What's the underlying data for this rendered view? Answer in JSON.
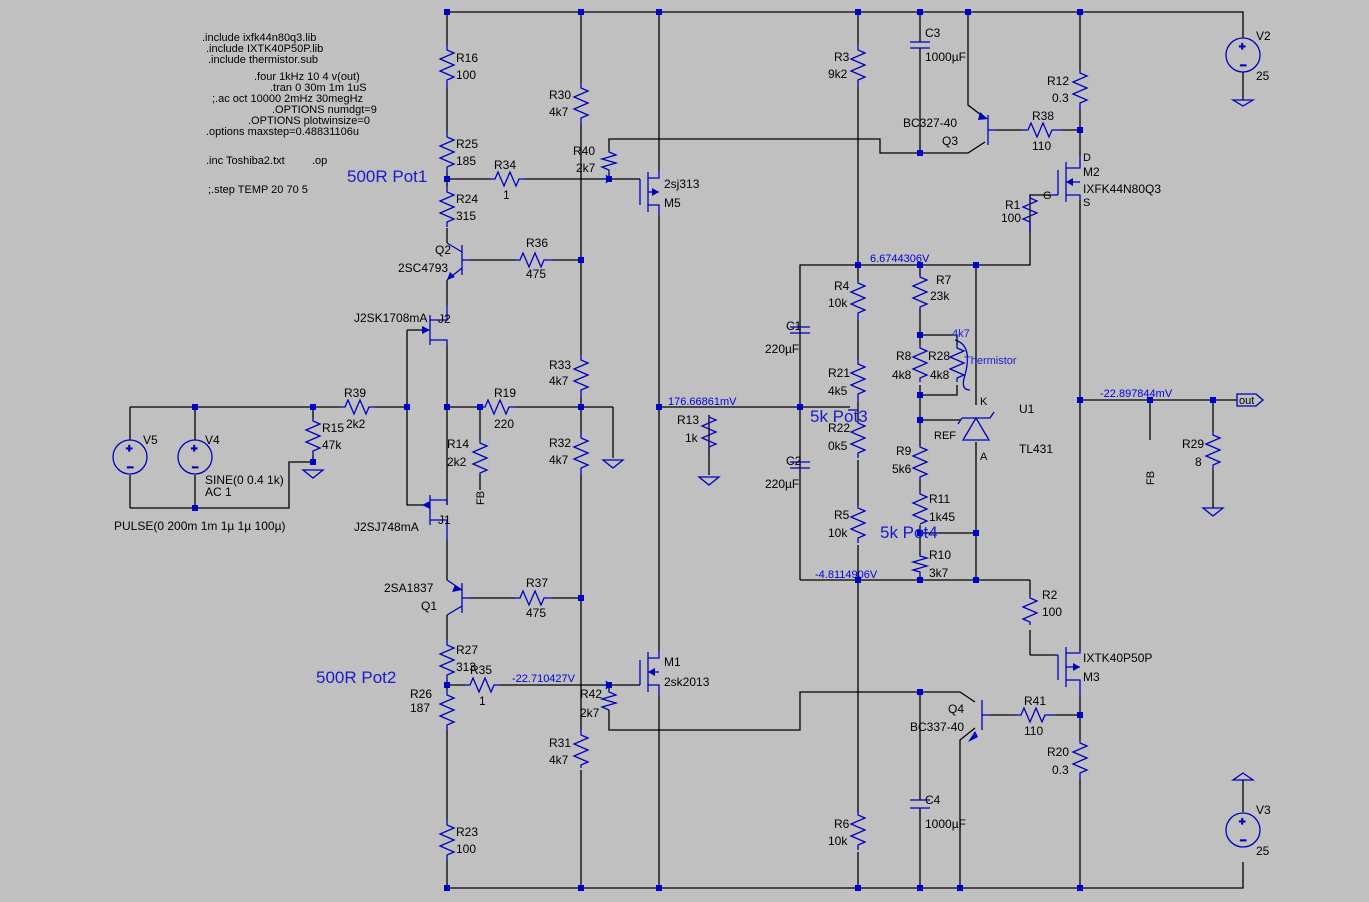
{
  "directives": [
    ".include ixfk44n80q3.lib",
    ".include IXTK40P50P.lib",
    ".include thermistor.sub",
    ".four 1kHz 10 4 v(out)",
    ".tran 0 30m 1m 1uS",
    ";.ac oct 10000 2mHz 30megHz",
    ".OPTIONS numdgt=9",
    ".OPTIONS plotwinsize=0",
    ".options maxstep=0.48831106u",
    ".inc Toshiba2.txt",
    ".op",
    ";.step TEMP 20 70 5"
  ],
  "annotations": [
    "500R Pot1",
    "500R Pot2",
    "5k Pot3",
    "5k Pot4",
    "Thermistor",
    "4k7"
  ],
  "net_voltages": [
    "6.6744306V",
    "176.66861mV",
    "-22.710427V",
    "-4.8114906V",
    "-22.897844mV"
  ],
  "net_labels": [
    "out",
    "FB",
    "FB"
  ],
  "resistors": [
    {
      "ref": "R16",
      "value": "100"
    },
    {
      "ref": "R25",
      "value": "185"
    },
    {
      "ref": "R24",
      "value": "315"
    },
    {
      "ref": "R34",
      "value": "1"
    },
    {
      "ref": "R36",
      "value": "475"
    },
    {
      "ref": "R39",
      "value": "2k2"
    },
    {
      "ref": "R15",
      "value": "47k"
    },
    {
      "ref": "R19",
      "value": "220"
    },
    {
      "ref": "R14",
      "value": "2k2"
    },
    {
      "ref": "R37",
      "value": "475"
    },
    {
      "ref": "R27",
      "value": "313"
    },
    {
      "ref": "R35",
      "value": "1"
    },
    {
      "ref": "R26",
      "value": "187"
    },
    {
      "ref": "R23",
      "value": "100"
    },
    {
      "ref": "R30",
      "value": "4k7"
    },
    {
      "ref": "R40",
      "value": "2k7"
    },
    {
      "ref": "R33",
      "value": "4k7"
    },
    {
      "ref": "R32",
      "value": "4k7"
    },
    {
      "ref": "R42",
      "value": "2k7"
    },
    {
      "ref": "R31",
      "value": "4k7"
    },
    {
      "ref": "R13",
      "value": "1k"
    },
    {
      "ref": "R3",
      "value": "9k2"
    },
    {
      "ref": "R4",
      "value": "10k"
    },
    {
      "ref": "R21",
      "value": "4k5"
    },
    {
      "ref": "R22",
      "value": "0k5"
    },
    {
      "ref": "R5",
      "value": "10k"
    },
    {
      "ref": "R6",
      "value": "10k"
    },
    {
      "ref": "R7",
      "value": "23k"
    },
    {
      "ref": "R8",
      "value": "4k8"
    },
    {
      "ref": "R28",
      "value": "4k8"
    },
    {
      "ref": "R9",
      "value": "5k6"
    },
    {
      "ref": "R11",
      "value": "1k45"
    },
    {
      "ref": "R10",
      "value": "3k7"
    },
    {
      "ref": "R12",
      "value": "0.3"
    },
    {
      "ref": "R38",
      "value": "110"
    },
    {
      "ref": "R1",
      "value": "100"
    },
    {
      "ref": "R2",
      "value": "100"
    },
    {
      "ref": "R41",
      "value": "110"
    },
    {
      "ref": "R20",
      "value": "0.3"
    },
    {
      "ref": "R29",
      "value": "8"
    }
  ],
  "capacitors": [
    {
      "ref": "C3",
      "value": "1000µF"
    },
    {
      "ref": "C1",
      "value": "220µF"
    },
    {
      "ref": "C2",
      "value": "220µF"
    },
    {
      "ref": "C4",
      "value": "1000µF"
    }
  ],
  "transistors": [
    {
      "ref": "Q2",
      "model": "2SC4793"
    },
    {
      "ref": "Q1",
      "model": "2SA1837"
    },
    {
      "ref": "J2",
      "model": "J2SK1708mA"
    },
    {
      "ref": "J1",
      "model": "J2SJ748mA"
    },
    {
      "ref": "M5",
      "model": "2sj313"
    },
    {
      "ref": "M1",
      "model": "2sk2013"
    },
    {
      "ref": "Q3",
      "model": "BC327-40"
    },
    {
      "ref": "Q4",
      "model": "BC337-40"
    },
    {
      "ref": "M2",
      "model": "IXFK44N80Q3"
    },
    {
      "ref": "M3",
      "model": "IXTK40P50P"
    },
    {
      "ref": "U1",
      "model": "TL431"
    }
  ],
  "sources": [
    {
      "ref": "V5",
      "value": "PULSE(0 200m 1m 1µ 1µ 100µ)"
    },
    {
      "ref": "V4",
      "value": "SINE(0 0.4 1k)",
      "ac": "AC 1"
    },
    {
      "ref": "V2",
      "value": "25"
    },
    {
      "ref": "V3",
      "value": "25"
    }
  ],
  "pins": {
    "d": "D",
    "g": "G",
    "s": "S",
    "k": "K",
    "ref": "REF",
    "a": "A"
  }
}
